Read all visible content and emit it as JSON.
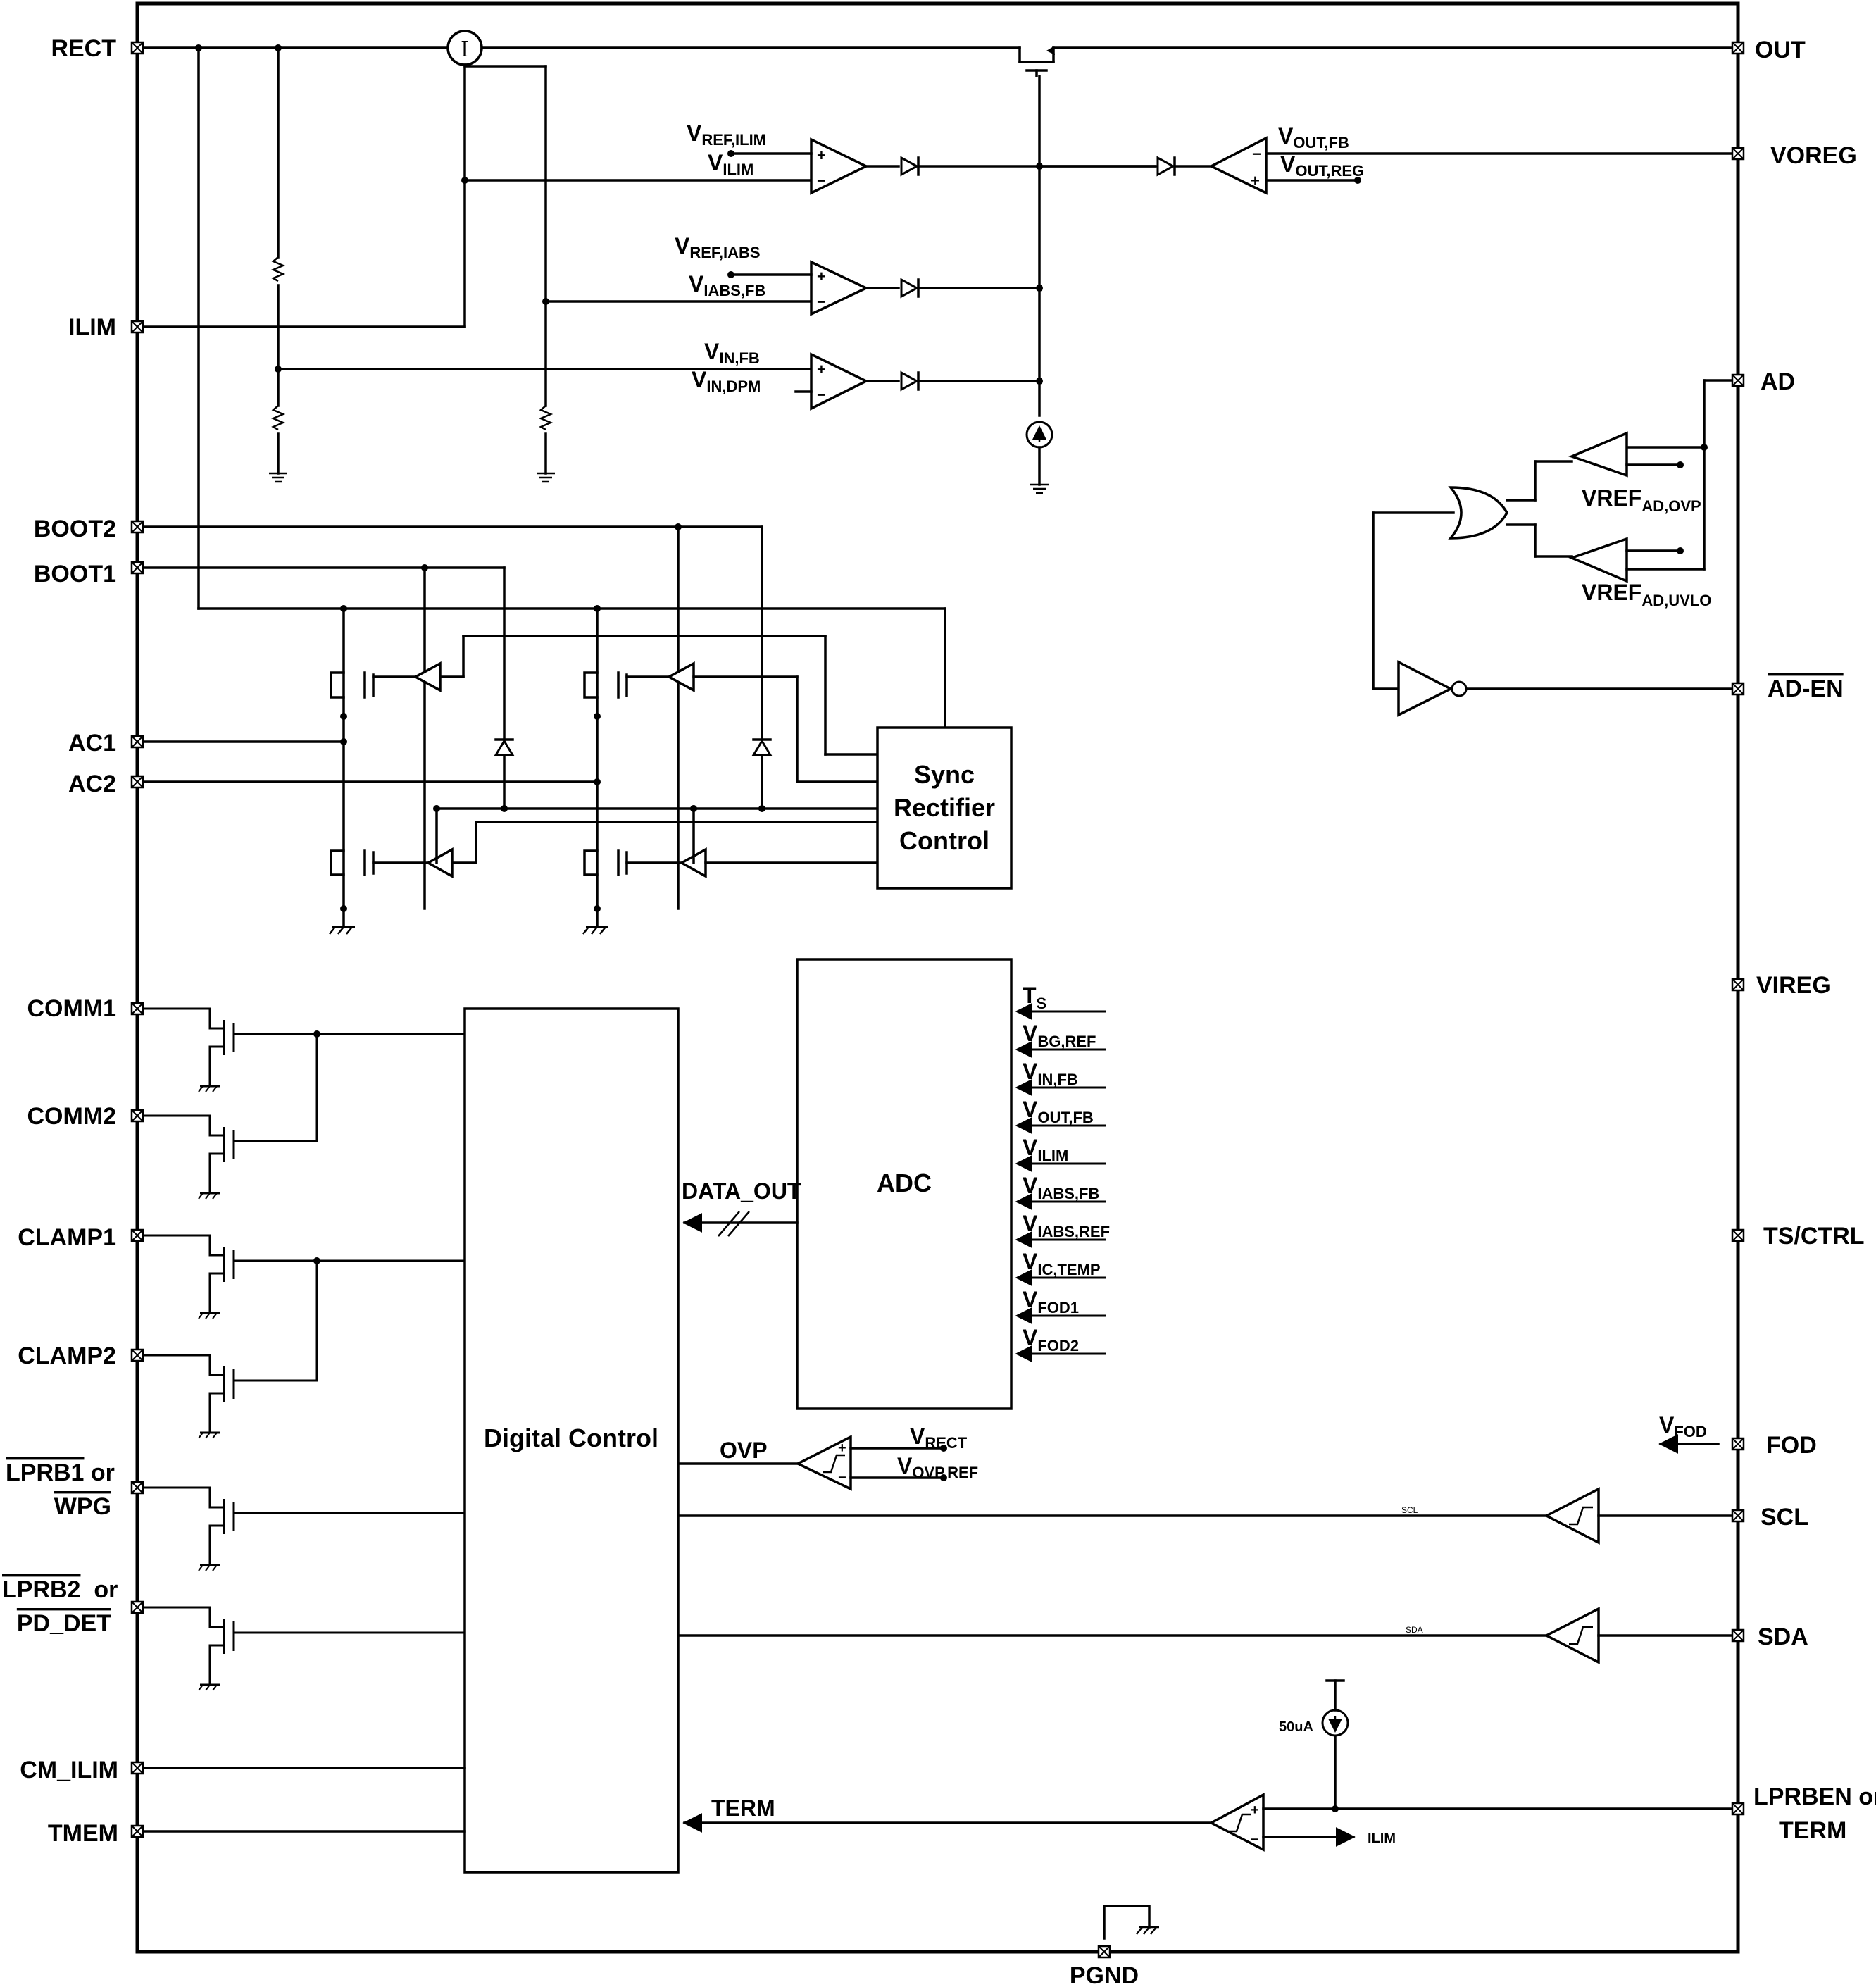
{
  "pins_left": [
    {
      "id": "RECT",
      "label": "RECT"
    },
    {
      "id": "ILIM",
      "label": "ILIM"
    },
    {
      "id": "BOOT2",
      "label": "BOOT2"
    },
    {
      "id": "BOOT1",
      "label": "BOOT1"
    },
    {
      "id": "AC1",
      "label": "AC1"
    },
    {
      "id": "AC2",
      "label": "AC2"
    },
    {
      "id": "COMM1",
      "label": "COMM1"
    },
    {
      "id": "COMM2",
      "label": "COMM2"
    },
    {
      "id": "CLAMP1",
      "label": "CLAMP1"
    },
    {
      "id": "CLAMP2",
      "label": "CLAMP2"
    },
    {
      "id": "LPRB1",
      "label_line1": "LPRB1",
      "label_or": " or",
      "label_line2": "WPG"
    },
    {
      "id": "LPRB2",
      "label_line1": "LPRB2",
      "label_or": "  or",
      "label_line2": "PD_DET"
    },
    {
      "id": "CM_ILIM",
      "label": "CM_ILIM"
    },
    {
      "id": "TMEM",
      "label": "TMEM"
    }
  ],
  "pins_right": [
    {
      "id": "OUT",
      "label": "OUT"
    },
    {
      "id": "VOREG",
      "label": "VOREG"
    },
    {
      "id": "AD",
      "label": "AD"
    },
    {
      "id": "AD_EN",
      "label": "AD-EN"
    },
    {
      "id": "VIREG",
      "label": "VIREG"
    },
    {
      "id": "TS_CTRL",
      "label": "TS/CTRL"
    },
    {
      "id": "FOD",
      "label": "FOD"
    },
    {
      "id": "SCL",
      "label": "SCL"
    },
    {
      "id": "SDA",
      "label": "SDA"
    },
    {
      "id": "LPRBEN",
      "label_line1": "LPRBEN or",
      "label_line2": "TERM"
    }
  ],
  "pin_bottom": {
    "id": "PGND",
    "label": "PGND"
  },
  "blocks": {
    "sync": [
      "Sync",
      "Rectifier",
      "Control"
    ],
    "adc": "ADC",
    "digital": "Digital Control"
  },
  "current_sense_symbol": "I",
  "comparator_signals": [
    {
      "main": "V",
      "sub": "REF,ILIM"
    },
    {
      "main": "V",
      "sub": "ILIM"
    },
    {
      "main": "V",
      "sub": "REF,IABS"
    },
    {
      "main": "V",
      "sub": "IABS,FB"
    },
    {
      "main": "V",
      "sub": "IN,FB"
    },
    {
      "main": "V",
      "sub": "IN,DPM"
    },
    {
      "main": "V",
      "sub": "OUT,FB"
    },
    {
      "main": "V",
      "sub": "OUT,REG"
    }
  ],
  "ad_refs": [
    {
      "main": "VREF",
      "sub": "AD,OVP"
    },
    {
      "main": "VREF",
      "sub": "AD,UVLO"
    }
  ],
  "adc_inputs": [
    {
      "main": "T",
      "sub": "S"
    },
    {
      "main": "V",
      "sub": "BG,REF"
    },
    {
      "main": "V",
      "sub": "IN,FB"
    },
    {
      "main": "V",
      "sub": "OUT,FB"
    },
    {
      "main": "V",
      "sub": "ILIM"
    },
    {
      "main": "V",
      "sub": "IABS,FB"
    },
    {
      "main": "V",
      "sub": "IABS,REF"
    },
    {
      "main": "V",
      "sub": "IC,TEMP"
    },
    {
      "main": "V",
      "sub": "FOD1"
    },
    {
      "main": "V",
      "sub": "FOD2"
    }
  ],
  "data_out_label": "DATA_OUT",
  "ovp": {
    "label": "OVP",
    "in1": {
      "main": "V",
      "sub": "RECT"
    },
    "in2": {
      "main": "V",
      "sub": "OVP,REF"
    }
  },
  "vfod": {
    "main": "V",
    "sub": "FOD"
  },
  "scl_small": "SCL",
  "sda_small": "SDA",
  "current_source_label": "50uA",
  "term_label": "TERM",
  "ilim_out_label": "ILIM"
}
